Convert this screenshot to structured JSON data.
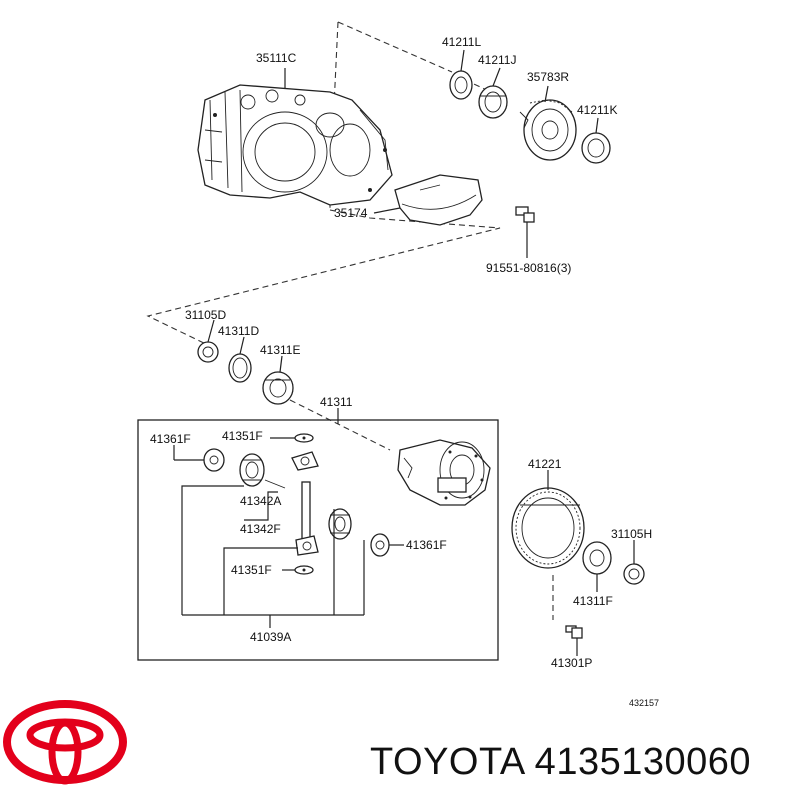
{
  "labels": {
    "case": "35111C",
    "l41211L": "41211L",
    "l41211J": "41211J",
    "l35783R": "35783R",
    "l41211K": "41211K",
    "l35174": "35174",
    "bolt_top": "91551-80816(3)",
    "l31105D": "31105D",
    "l41311D": "41311D",
    "l41311E": "41311E",
    "l41311": "41311",
    "l41361F_left": "41361F",
    "l41351F_top": "41351F",
    "l41342A": "41342A",
    "l41342F": "41342F",
    "l41351F_bottom": "41351F",
    "l41361F_right": "41361F",
    "l41039A": "41039A",
    "l41221": "41221",
    "l31105H": "31105H",
    "l41311F": "41311F",
    "l41301P": "41301P",
    "diagram_number": "432157"
  },
  "brand": {
    "caption": "TOYOTA 4135130060",
    "logo_color": "#e3001b"
  }
}
